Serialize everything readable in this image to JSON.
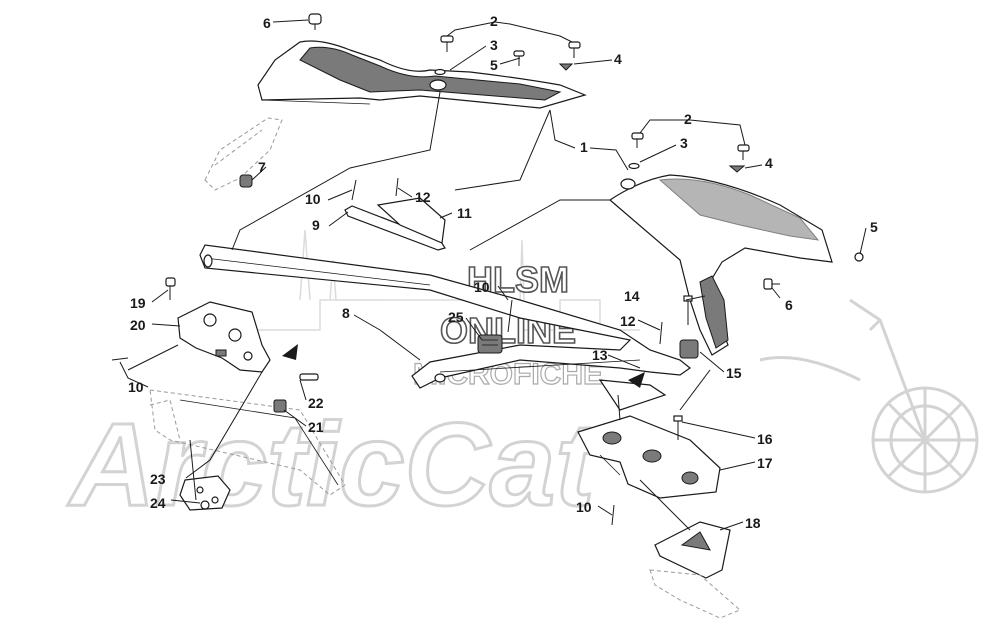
{
  "watermark": {
    "line1": "HLSM",
    "line2": "ONLINE",
    "line3": "MICROFICHE",
    "brand": "ArcticCat"
  },
  "callouts": {
    "c1": "1",
    "c2a": "2",
    "c2b": "2",
    "c3a": "3",
    "c3b": "3",
    "c4a": "4",
    "c4b": "4",
    "c5a": "5",
    "c5b": "5",
    "c6a": "6",
    "c6b": "6",
    "c7": "7",
    "c8": "8",
    "c9": "9",
    "c10a": "10",
    "c10b": "10",
    "c10c": "10",
    "c10d": "10",
    "c11": "11",
    "c12a": "12",
    "c12b": "12",
    "c13": "13",
    "c14": "14",
    "c15": "15",
    "c16": "16",
    "c17": "17",
    "c18": "18",
    "c19": "19",
    "c20": "20",
    "c21": "21",
    "c22": "22",
    "c23": "23",
    "c24": "24",
    "c25": "25"
  }
}
